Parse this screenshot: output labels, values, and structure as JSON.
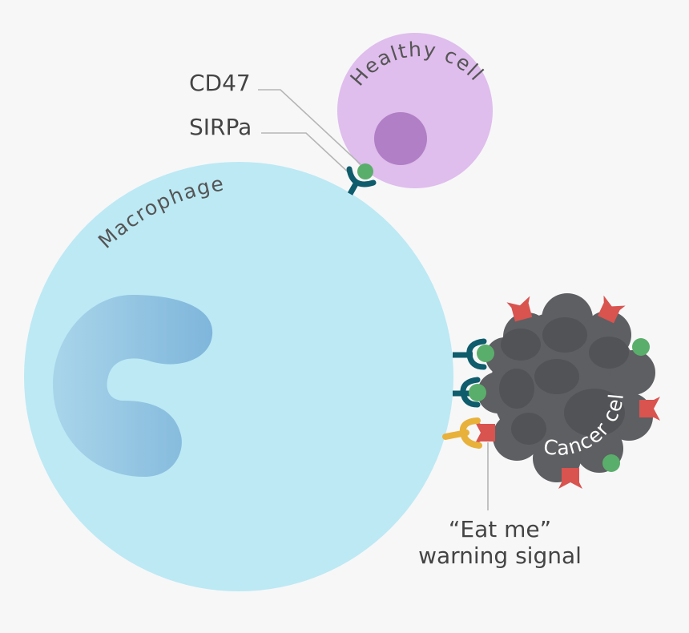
{
  "labels": {
    "healthy_cell": "Healthy cell",
    "macrophage": "Macrophage",
    "cancer_cell": "Cancer cell",
    "cd47": "CD47",
    "sirpa": "SIRPa",
    "eat_me_line1": "“Eat me”",
    "eat_me_line2": "warning signal"
  },
  "colors": {
    "background": "#f7f7f8",
    "macrophage": "#bce9f4",
    "macrophage_nucleus": "#8ec3e0",
    "healthy_cell": "#dfbdec",
    "healthy_nucleus": "#b07fc5",
    "cancer_cell": "#5e5f62",
    "cd47": "#5aae6b",
    "sirpa": "#0f5c6c",
    "eat_me_signal": "#d9534f",
    "eat_me_receptor": "#e8b13a",
    "leader_line": "#b5b5b5"
  }
}
